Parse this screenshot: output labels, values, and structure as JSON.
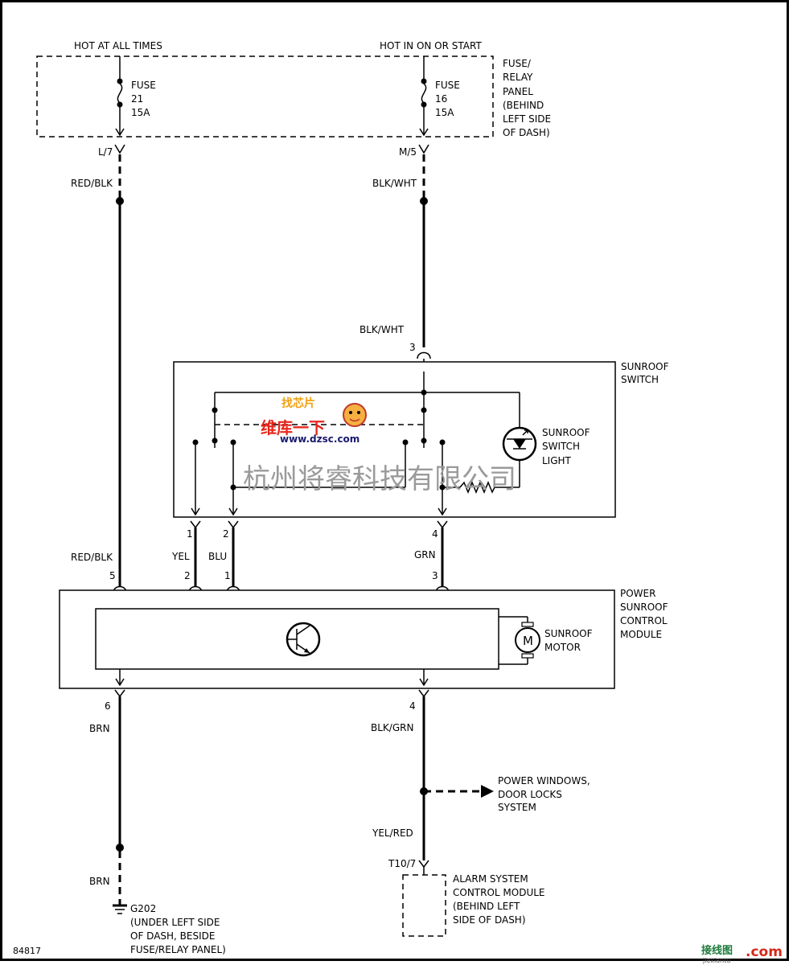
{
  "fuse_panel": {
    "hot_always": "HOT AT ALL TIMES",
    "hot_run": "HOT IN ON OR START",
    "fuse21": [
      "FUSE",
      "21",
      "15A"
    ],
    "fuse16": [
      "FUSE",
      "16",
      "15A"
    ],
    "label": [
      "FUSE/",
      "RELAY",
      "PANEL",
      "(BEHIND",
      "LEFT SIDE",
      "OF DASH)"
    ],
    "conn_left": "L/7",
    "conn_right": "M/5"
  },
  "wires": {
    "red_blk_top": "RED/BLK",
    "blk_wht_top": "BLK/WHT",
    "blk_wht_switch": "BLK/WHT",
    "yel": "YEL",
    "blu": "BLU",
    "grn": "GRN",
    "red_blk_module": "RED/BLK",
    "brn_upper": "BRN",
    "brn_lower": "BRN",
    "blk_grn": "BLK/GRN",
    "yel_red": "YEL/RED"
  },
  "sunroof_switch": {
    "label": [
      "SUNROOF",
      "SWITCH"
    ],
    "light_label": [
      "SUNROOF",
      "SWITCH",
      "LIGHT"
    ],
    "pin_top": "3",
    "pin_1": "1",
    "pin_2": "2",
    "pin_4": "4"
  },
  "control_module": {
    "label": [
      "POWER",
      "SUNROOF",
      "CONTROL",
      "MODULE"
    ],
    "motor_label": [
      "SUNROOF",
      "MOTOR"
    ],
    "motor_symbol": "M",
    "pin_5": "5",
    "pin_2": "2",
    "pin_1": "1",
    "pin_3": "3",
    "pin_6": "6",
    "pin_4": "4"
  },
  "power_windows": [
    "POWER WINDOWS,",
    "DOOR LOCKS",
    "SYSTEM"
  ],
  "alarm": {
    "connector": "T10/7",
    "label": [
      "ALARM SYSTEM",
      "CONTROL MODULE",
      "(BEHIND LEFT",
      "SIDE OF DASH)"
    ]
  },
  "ground": {
    "id": "G202",
    "label": [
      "(UNDER LEFT SIDE",
      "OF DASH, BESIDE",
      "FUSE/RELAY PANEL)"
    ]
  },
  "figure_number": "84817",
  "watermark": {
    "company": "杭州将睿科技有限公司",
    "logo_top": "找芯片",
    "logo_middle": "维库一下",
    "logo_url": "www.dzsc.com",
    "corner_site": "接线图",
    "corner_com": ".com",
    "corner_url": "jiexiantu"
  }
}
